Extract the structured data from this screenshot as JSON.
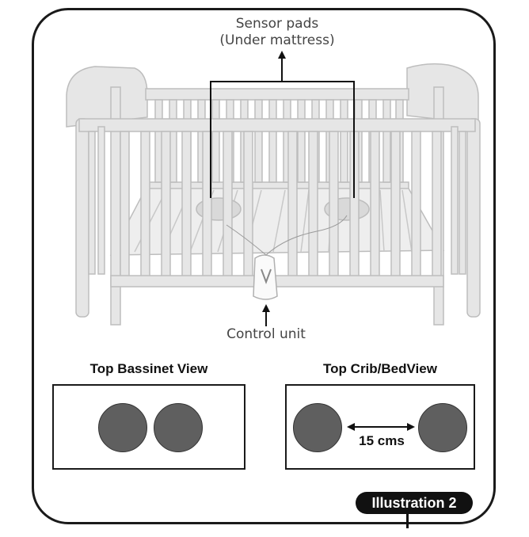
{
  "labels": {
    "sensor_line1": "Sensor pads",
    "sensor_line2": "(Under mattress)",
    "control_unit": "Control unit"
  },
  "views": {
    "bassinet_title": "Top Bassinet View",
    "crib_title": "Top Crib/BedView",
    "distance": "15 cms"
  },
  "badge": "Illustration 2",
  "colors": {
    "frame": "#1a1a1a",
    "crib_fill": "#e6e6e6",
    "crib_stroke": "#bdbdbd",
    "pad_fill": "#5f5f5f"
  }
}
